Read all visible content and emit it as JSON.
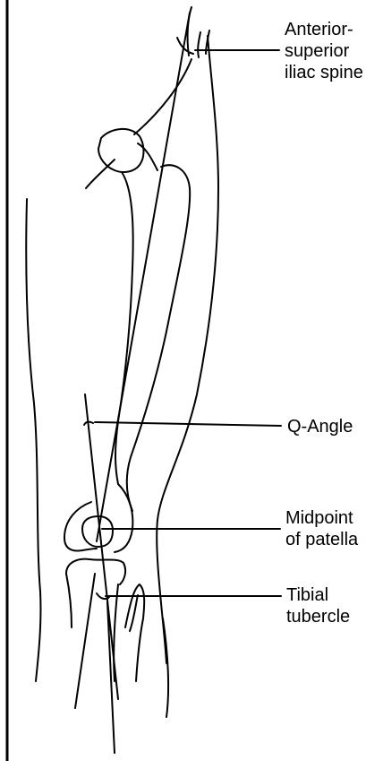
{
  "labels": {
    "asis": "Anterior-\nsuperior\niliac spine",
    "q_angle": "Q-Angle",
    "midpoint_patella": "Midpoint\nof patella",
    "tibial_tubercle": "Tibial\ntubercle"
  },
  "colors": {
    "ink": "#000000",
    "background": "#ffffff"
  }
}
